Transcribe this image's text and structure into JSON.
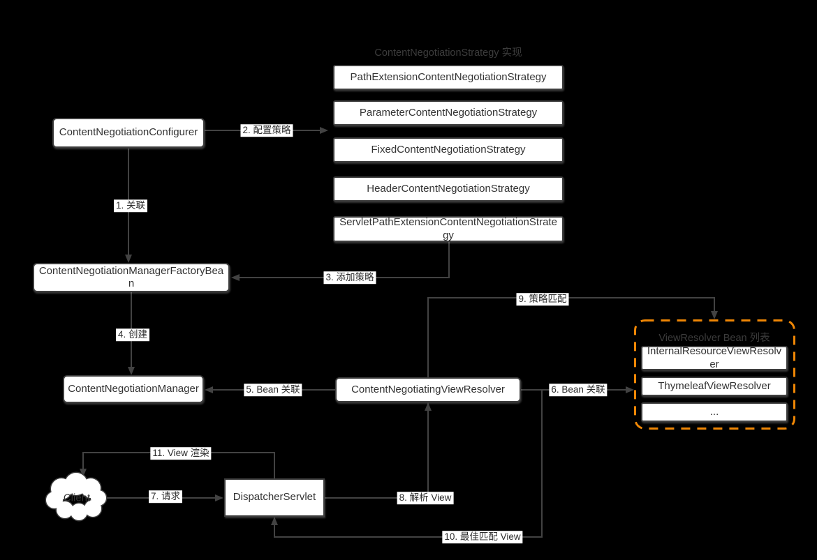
{
  "titles": {
    "strategy_group": "ContentNegotiationStrategy 实现",
    "viewresolver_group": "ViewResolver Bean 列表"
  },
  "nodes": {
    "configurer": {
      "label": "ContentNegotiationConfigurer"
    },
    "factory_bean": {
      "label": "ContentNegotiationManagerFactoryBean"
    },
    "manager": {
      "label": "ContentNegotiationManager"
    },
    "cn_view_resolver": {
      "label": "ContentNegotiatingViewResolver"
    },
    "dispatcher_servlet": {
      "label": "DispatcherServlet"
    },
    "client": {
      "label": "Client"
    }
  },
  "strategies": [
    "PathExtensionContentNegotiationStrategy",
    "ParameterContentNegotiationStrategy",
    "FixedContentNegotiationStrategy",
    "HeaderContentNegotiationStrategy",
    "ServletPathExtensionContentNegotiationStrategy"
  ],
  "view_resolvers": [
    "InternalResourceViewResolver",
    "ThymeleafViewResolver",
    "..."
  ],
  "edges": {
    "e1": "1. 关联",
    "e2": "2. 配置策略",
    "e3": "3. 添加策略",
    "e4": "4. 创建",
    "e5": "5. Bean 关联",
    "e6": "6. Bean 关联",
    "e7": "7. 请求",
    "e8": "8. 解析 View",
    "e9": "9. 策略匹配",
    "e10": "10. 最佳匹配 View",
    "e11": "11. View 渲染"
  },
  "colors": {
    "background": "#000000",
    "box_fill": "#ffffff",
    "box_border": "#3d3d3d",
    "box_text": "#333333",
    "line": "#424242",
    "edge_label_bg": "#ffffff",
    "edge_label_text": "#2d2d2d",
    "group_title_text": "#3c3c3c",
    "viewresolver_group_border": "#f08705"
  }
}
